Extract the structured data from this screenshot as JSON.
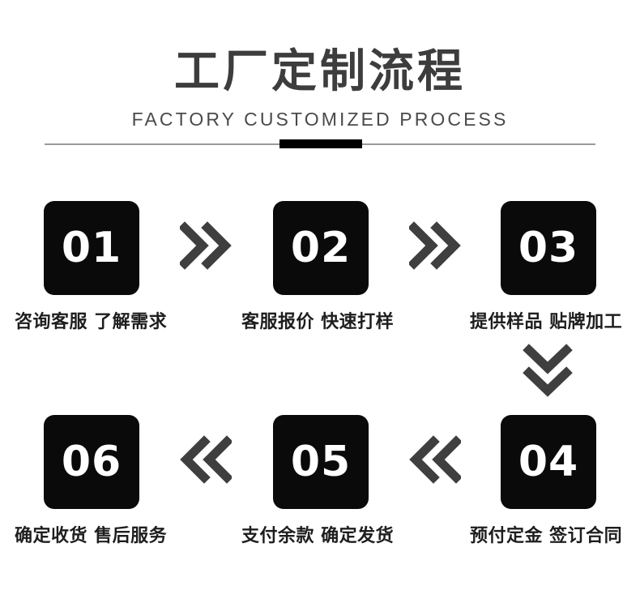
{
  "header": {
    "title_cn": "工厂定制流程",
    "title_en": "FACTORY CUSTOMIZED PROCESS"
  },
  "colors": {
    "box_fill": "#0a0a0a",
    "box_text": "#ffffff",
    "accent_bar": "#000000",
    "divider_line": "#9a9a9a",
    "chevron": "#3f3f3f",
    "title_cn_color": "#3d3d3d",
    "title_en_color": "#4a4a4a",
    "label_color": "#1e1e1e",
    "background": "#ffffff"
  },
  "steps": [
    {
      "number": "01",
      "label": "咨询客服 了解需求"
    },
    {
      "number": "02",
      "label": "客服报价 快速打样"
    },
    {
      "number": "03",
      "label": "提供样品 贴牌加工"
    },
    {
      "number": "04",
      "label": "预付定金 签订合同"
    },
    {
      "number": "05",
      "label": "支付余款 确定发货"
    },
    {
      "number": "06",
      "label": "确定收货 售后服务"
    }
  ],
  "connectors": [
    {
      "name": "chevron-right-01-to-02",
      "direction": "right"
    },
    {
      "name": "chevron-right-02-to-03",
      "direction": "right"
    },
    {
      "name": "chevron-down-03-to-04",
      "direction": "down"
    },
    {
      "name": "chevron-left-04-to-05",
      "direction": "left"
    },
    {
      "name": "chevron-left-05-to-06",
      "direction": "left"
    }
  ]
}
